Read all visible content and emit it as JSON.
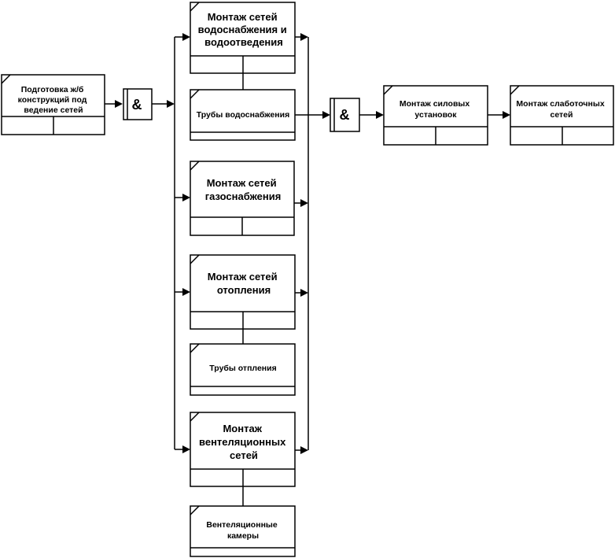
{
  "nodes": {
    "prep": [
      "Подготовка ж/б",
      "конструкций под",
      "ведение сетей"
    ],
    "water": [
      "Монтаж сетей",
      "водоснабжения и",
      "водоотведения"
    ],
    "water_pipes": [
      "Трубы водоснабжения"
    ],
    "gas": [
      "Монтаж сетей",
      "газоснабжения"
    ],
    "heat": [
      "Монтаж сетей",
      "отопления"
    ],
    "heat_pipes": [
      "Трубы отпления"
    ],
    "vent": [
      "Монтаж",
      "вентеляционных",
      "сетей"
    ],
    "vent_chambers": [
      "Вентеляционные",
      "камеры"
    ],
    "power": [
      "Монтаж силовых",
      "установок"
    ],
    "lowcurrent": [
      "Монтаж слаботочных",
      "сетей"
    ]
  },
  "junctions": {
    "and1": "&",
    "and2": "&"
  }
}
